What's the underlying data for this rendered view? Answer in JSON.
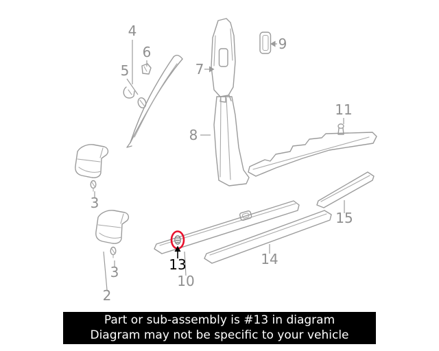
{
  "banner": {
    "line1": "Part or sub-assembly is #13 in diagram",
    "line2": "Diagram may not be specific to your vehicle"
  },
  "callouts": {
    "c2": "2",
    "c3a": "3",
    "c3b": "3",
    "c4": "4",
    "c5": "5",
    "c6": "6",
    "c7": "7",
    "c8": "8",
    "c9": "9",
    "c10": "10",
    "c11": "11",
    "c13": "13",
    "c14": "14",
    "c15": "15"
  },
  "colors": {
    "diagram_line": "#9b9b9b",
    "callout_text": "#8f8f8f",
    "selected_callout": "#000000",
    "highlight_ring": "#e8112d",
    "banner_bg": "#000000",
    "banner_text": "#ffffff"
  }
}
